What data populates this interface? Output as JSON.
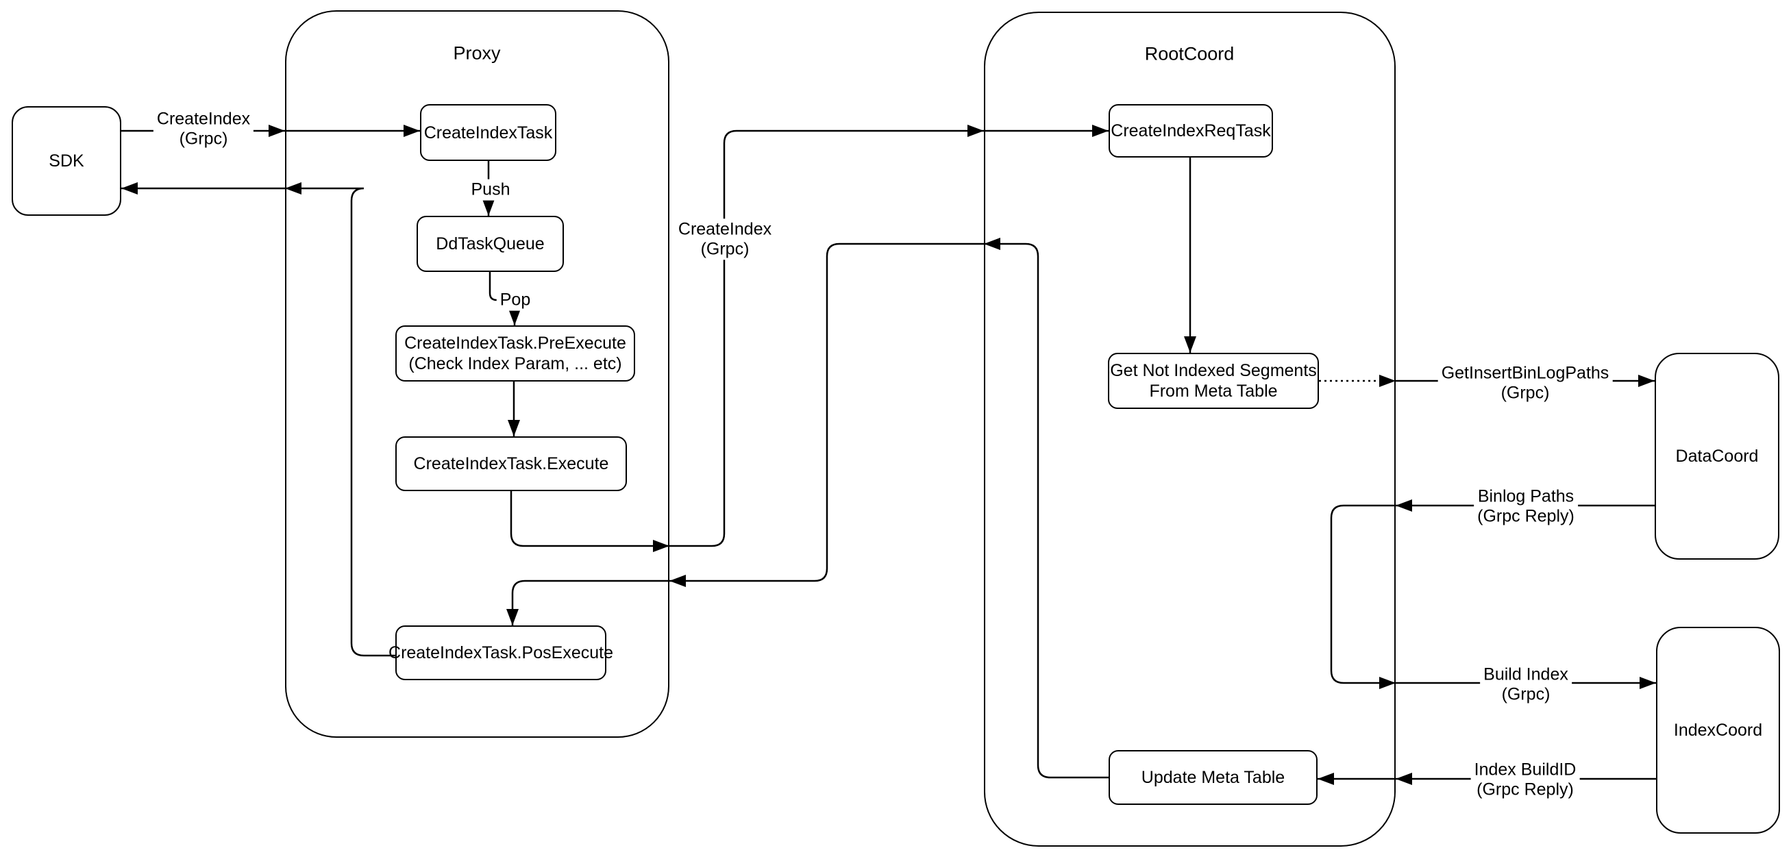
{
  "containers": {
    "proxy": {
      "title": "Proxy"
    },
    "rootcoord": {
      "title": "RootCoord"
    }
  },
  "nodes": {
    "sdk": {
      "label": "SDK"
    },
    "create_index_task": {
      "label": "CreateIndexTask"
    },
    "dd_task_queue": {
      "label": "DdTaskQueue"
    },
    "pre_execute": {
      "label": "CreateIndexTask.PreExecute\n(Check Index Param, ... etc)"
    },
    "execute": {
      "label": "CreateIndexTask.Execute"
    },
    "pos_execute": {
      "label": "CreateIndexTask.PosExecute"
    },
    "create_index_req_task": {
      "label": "CreateIndexReqTask"
    },
    "get_not_indexed_segments": {
      "label": "Get Not Indexed Segments\nFrom Meta Table"
    },
    "update_meta_table": {
      "label": "Update Meta Table"
    },
    "datacoord": {
      "label": "DataCoord"
    },
    "indexcoord": {
      "label": "IndexCoord"
    }
  },
  "edge_labels": {
    "sdk_create_index": "CreateIndex\n(Grpc)",
    "push": "Push",
    "pop": "Pop",
    "proxy_create_index": "CreateIndex\n(Grpc)",
    "get_insert_binlog_paths": "GetInsertBinLogPaths\n(Grpc)",
    "binlog_paths_reply": "Binlog Paths\n(Grpc Reply)",
    "build_index": "Build Index\n(Grpc)",
    "index_buildid_reply": "Index BuildID\n(Grpc Reply)"
  },
  "colors": {
    "stroke": "#000000",
    "node_fill": "#ffffff",
    "background": "#ffffff"
  }
}
